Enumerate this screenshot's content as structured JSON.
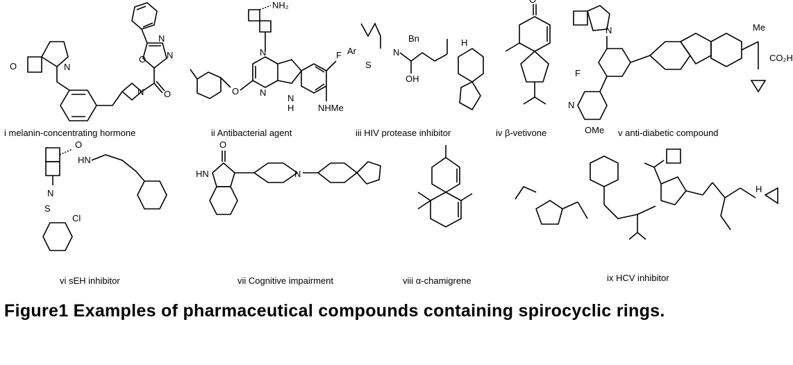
{
  "compounds": [
    {
      "caption": "i melanin-concentrating hormone"
    },
    {
      "caption": "ii Antibacterial agent",
      "labels": {
        "amine": "NH₂",
        "f": "F",
        "nhme": "NHMe",
        "nh": "N",
        "h": "H"
      }
    },
    {
      "caption": "iii HIV protease inhibitor",
      "labels": {
        "ar": "Ar",
        "s": "S",
        "bn": "Bn",
        "oh": "OH",
        "h": "H"
      }
    },
    {
      "caption": "iv β-vetivone"
    },
    {
      "caption": "v anti-diabetic compound",
      "labels": {
        "me": "Me",
        "co2h": "CO₂H",
        "f": "F",
        "ome": "OMe"
      }
    },
    {
      "caption": "vi sEH inhibitor",
      "labels": {
        "hn": "HN",
        "cl": "Cl",
        "s": "S"
      }
    },
    {
      "caption": "vii Cognitive impairment",
      "labels": {
        "hn": "HN"
      }
    },
    {
      "caption": "viii   α-chamigrene"
    },
    {
      "caption": "ix HCV inhibitor",
      "labels": {
        "h": "H"
      }
    }
  ],
  "figure_caption": "Figure1 Examples of pharmaceutical compounds containing spirocyclic rings."
}
